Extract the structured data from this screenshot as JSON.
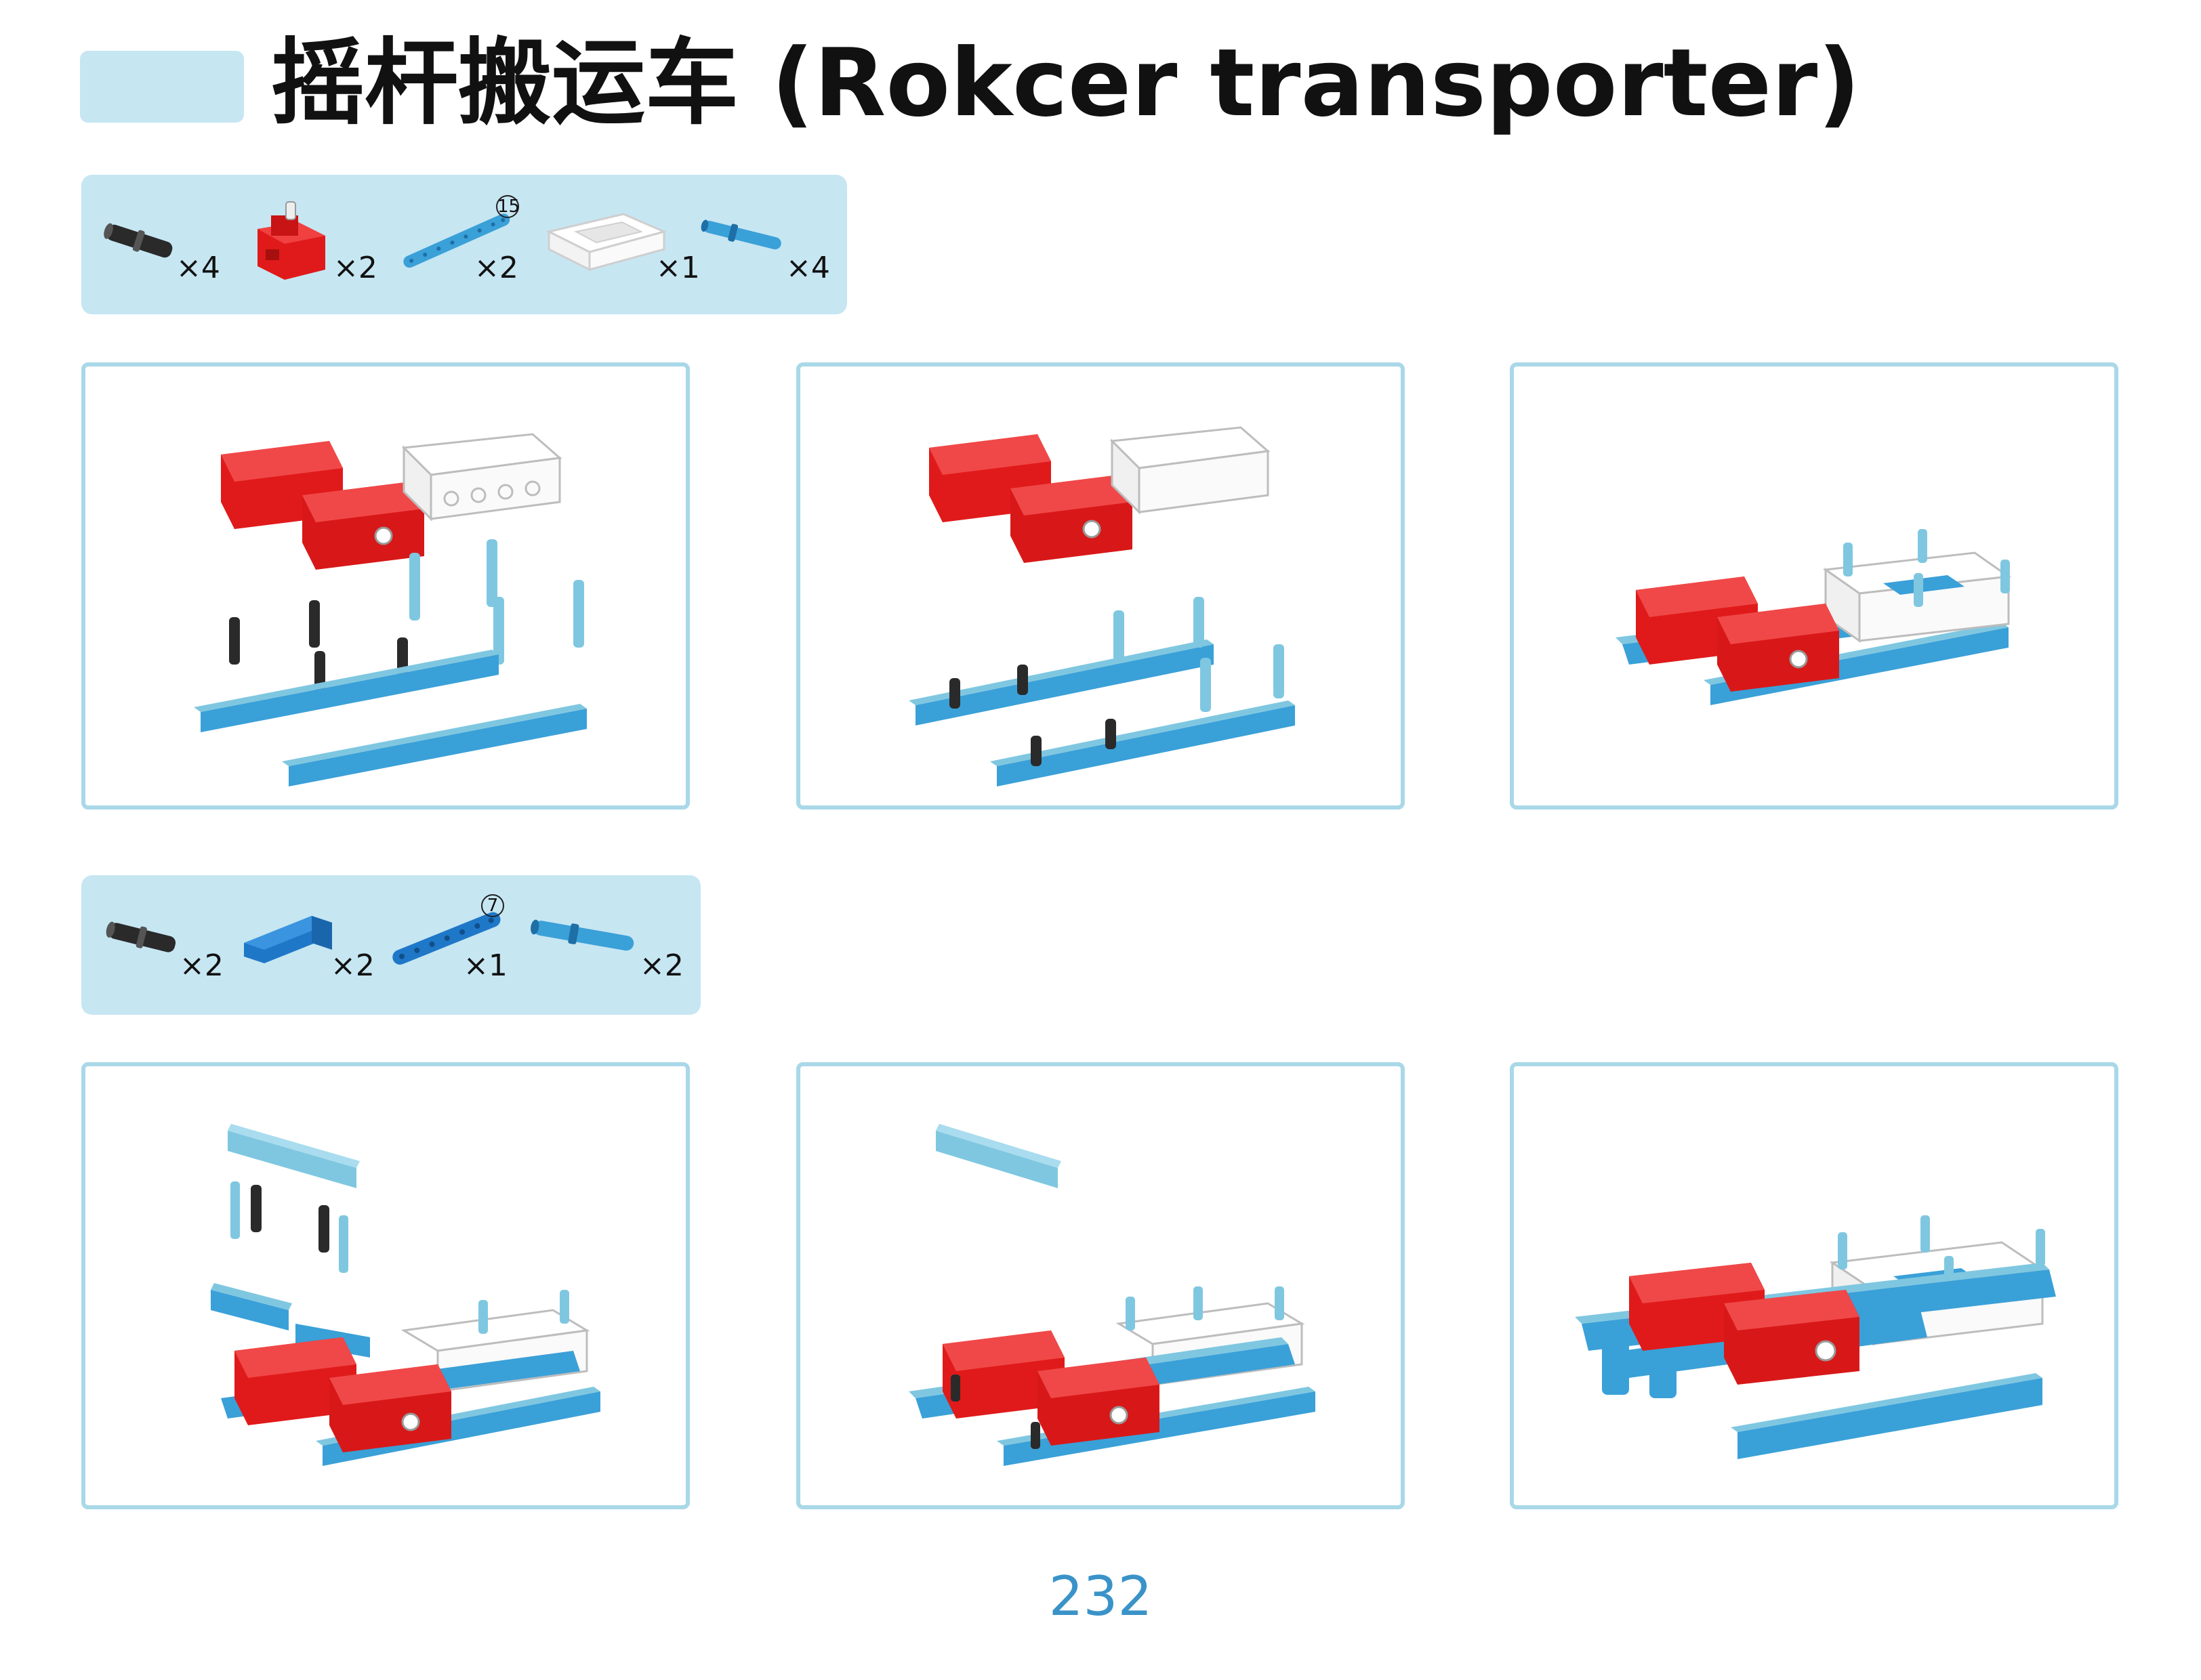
{
  "page": {
    "title": "摇杆搬运车 (Rokcer transporter)",
    "page_number": "232"
  },
  "parts_list_1": {
    "items": [
      {
        "icon": "black-pin-icon",
        "quantity": "×4"
      },
      {
        "icon": "red-servo-motor-icon",
        "quantity": "×2"
      },
      {
        "icon": "blue-beam-15-icon",
        "quantity": "×2",
        "length": "15"
      },
      {
        "icon": "white-frame-icon",
        "quantity": "×1"
      },
      {
        "icon": "blue-axle-pin-icon",
        "quantity": "×4"
      }
    ]
  },
  "parts_list_2": {
    "items": [
      {
        "icon": "black-pin-icon",
        "quantity": "×2"
      },
      {
        "icon": "blue-l-beam-icon",
        "quantity": "×2"
      },
      {
        "icon": "blue-beam-7-icon",
        "quantity": "×1",
        "length": "7"
      },
      {
        "icon": "blue-axle-pin-icon",
        "quantity": "×2"
      }
    ]
  },
  "steps": [
    {
      "id": "step-1"
    },
    {
      "id": "step-2"
    },
    {
      "id": "step-3"
    },
    {
      "id": "step-4"
    },
    {
      "id": "step-5"
    },
    {
      "id": "step-6"
    }
  ],
  "colors": {
    "tab_background": "#c6e6f2",
    "step_border": "#a9d8e8",
    "beam_blue": "#3aa0d8",
    "pin_light_blue": "#7fc7e0",
    "servo_red": "#e01a1a",
    "pin_black": "#2a2a2a",
    "page_number": "#3a93c8"
  }
}
